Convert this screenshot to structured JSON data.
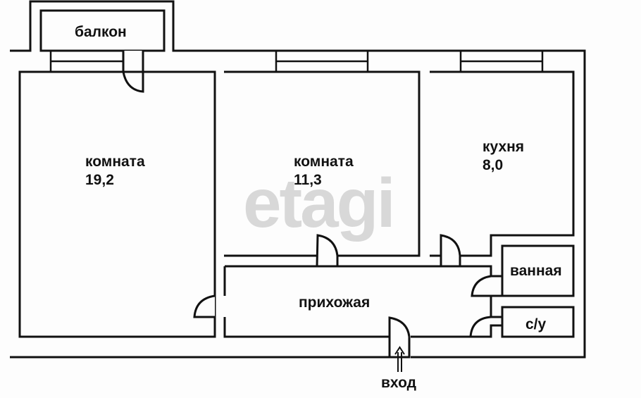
{
  "watermark": "etagi",
  "rooms": [
    {
      "id": "balcony",
      "name": "балкон",
      "area": null
    },
    {
      "id": "room1",
      "name": "комната",
      "area": "19,2"
    },
    {
      "id": "room2",
      "name": "комната",
      "area": "11,3"
    },
    {
      "id": "kitchen",
      "name": "кухня",
      "area": "8,0"
    },
    {
      "id": "hallway",
      "name": "прихожая",
      "area": null
    },
    {
      "id": "bathroom",
      "name": "ванная",
      "area": null
    },
    {
      "id": "toilet",
      "name": "с/у",
      "area": null
    }
  ],
  "entrance": {
    "label": "вход",
    "icon": "double-arrow-up-icon"
  },
  "colors": {
    "lines": "#111111",
    "background": "#fdfdfd",
    "watermark": "#d8d8d8"
  }
}
